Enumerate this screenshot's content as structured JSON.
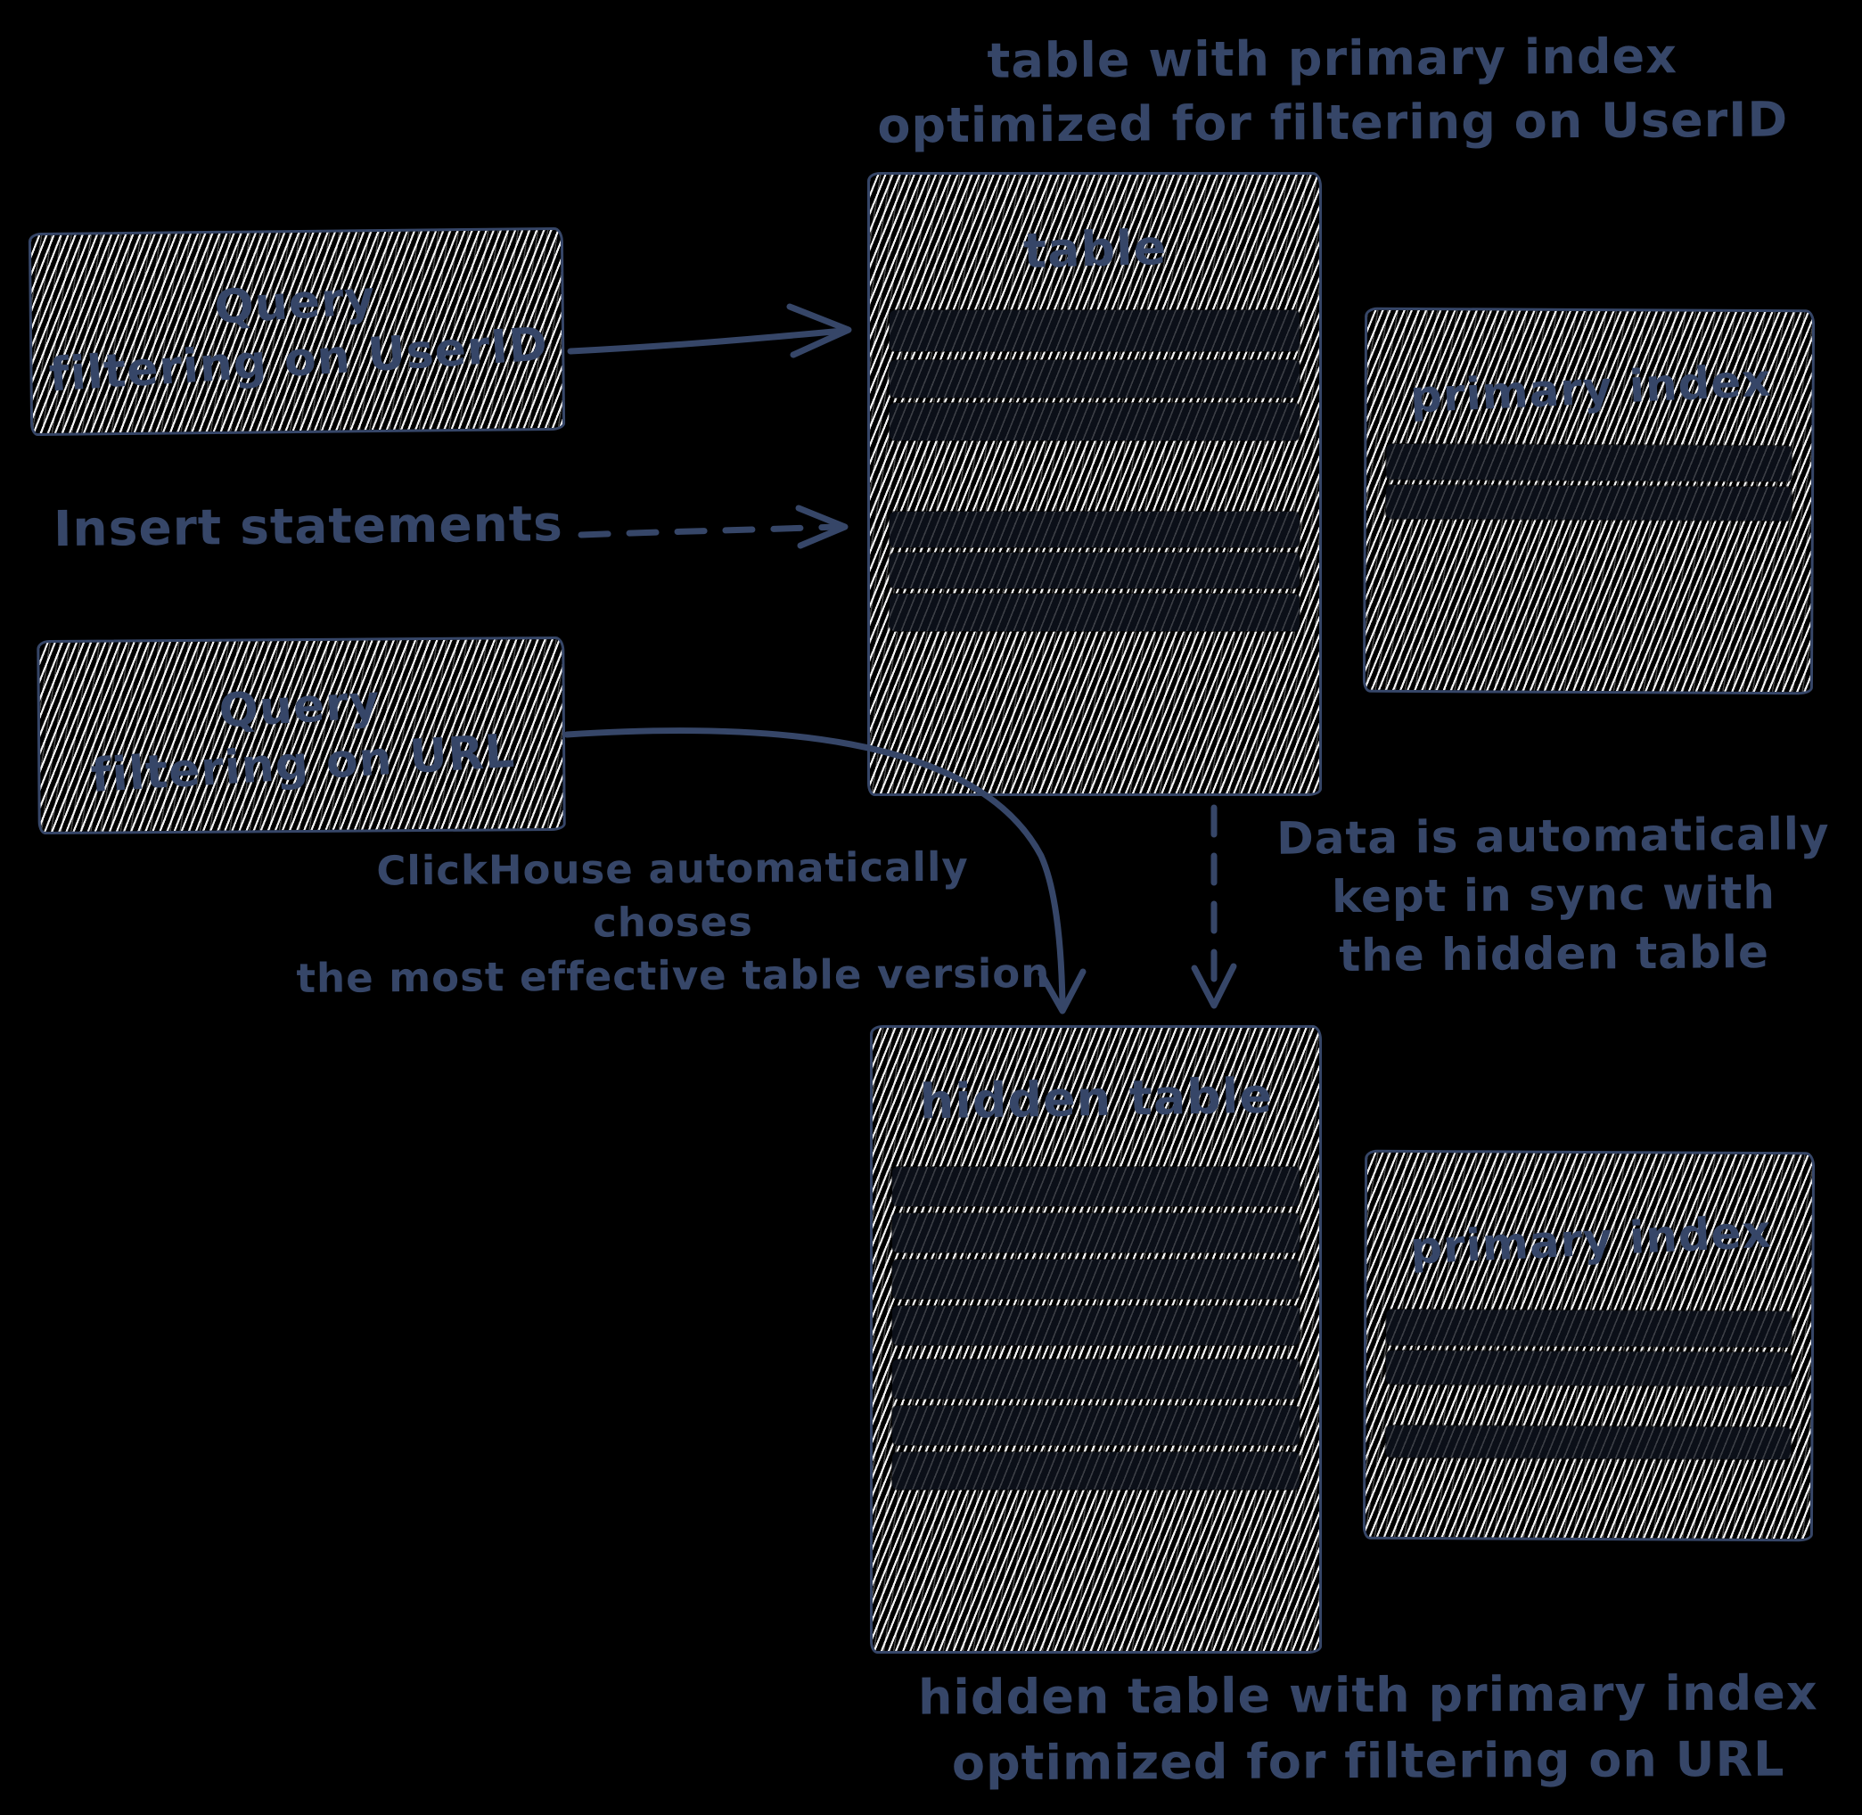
{
  "colors": {
    "background": "#000000",
    "ink": "#364668",
    "hatch": "#f2f2f2",
    "row-dark": "#0b0f18"
  },
  "captions": {
    "table_note": {
      "line1": "table with primary index",
      "line2": "optimized for filtering on UserID"
    },
    "hidden_table_note": {
      "line1": "hidden table with primary index",
      "line2": "optimized for filtering on URL"
    },
    "auto_choice": {
      "line1": "ClickHouse automatically choses",
      "line2": "the most effective table version"
    },
    "sync": {
      "line1": "Data is automatically",
      "line2": "kept in sync with",
      "line3": "the hidden table"
    }
  },
  "labels": {
    "insert_statements": "Insert statements"
  },
  "boxes": {
    "query_userid": {
      "line1": "Query",
      "line2": "filtering on UserID"
    },
    "query_url": {
      "line1": "Query",
      "line2": "filtering on URL"
    },
    "table": {
      "title": "table"
    },
    "hidden_table": {
      "title": "hidden table"
    },
    "primary_index_top": {
      "title": "primary index"
    },
    "primary_index_bottom": {
      "title": "primary index"
    }
  }
}
